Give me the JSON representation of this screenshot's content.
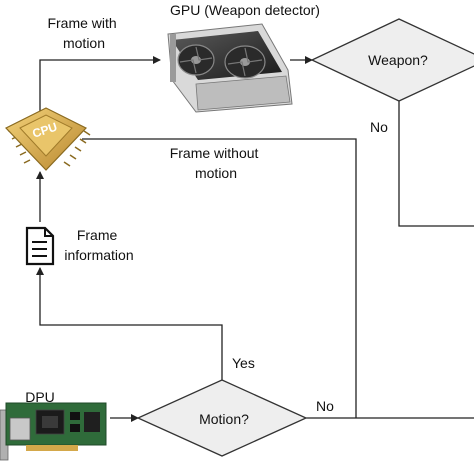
{
  "nodes": {
    "gpu_title": "GPU (Weapon detector)",
    "weapon_decision": "Weapon?",
    "motion_decision": "Motion?",
    "dpu_label": "DPU",
    "cpu_chip_text": "CPU",
    "frame_info": [
      "Frame",
      "information"
    ]
  },
  "edges": {
    "frame_with_motion": [
      "Frame with",
      "motion"
    ],
    "frame_without_motion": [
      "Frame without",
      "motion"
    ],
    "weapon_no": "No",
    "motion_yes": "Yes",
    "motion_no": "No"
  },
  "icons": {
    "cpu": "cpu-chip-icon",
    "gpu": "graphics-card-icon",
    "dpu": "dpu-network-card-icon",
    "document": "document-icon"
  },
  "colors": {
    "line": "#222222",
    "decision_fill": "#eeeeee",
    "decision_stroke": "#333333",
    "chip_gold": "#d4a84a",
    "card_green": "#2f6b3a"
  }
}
